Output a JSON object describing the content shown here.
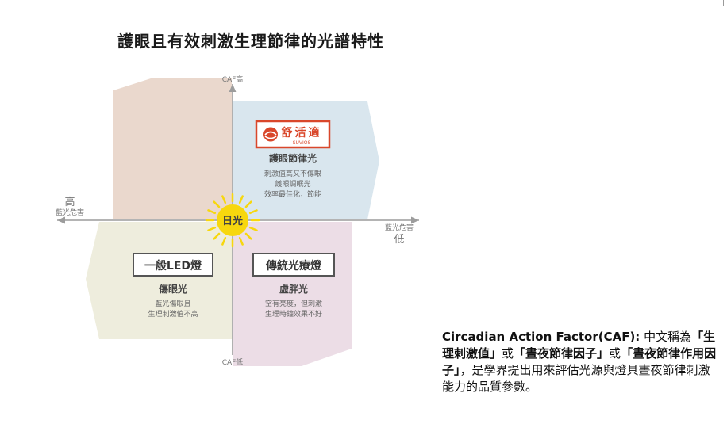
{
  "title": "護眼且有效刺激生理節律的光譜特性",
  "axes": {
    "y_top": "CAF高",
    "y_bottom": "CAF低",
    "x_left_big": "高",
    "x_left_small": "藍光危害",
    "x_right_small": "藍光危害",
    "x_right_big": "低"
  },
  "center_label": "日光",
  "quadrants": {
    "top_right": {
      "brand_name": "舒活適",
      "brand_sub": "— SUVIOS —",
      "heading": "護眼節律光",
      "lines": [
        "刺激值高又不傷眼",
        "護眼調眠光",
        "效率最佳化，節能"
      ]
    },
    "bottom_left": {
      "box_label": "一般LED燈",
      "heading": "傷眼光",
      "lines": [
        "藍光傷眼且",
        "生理刺激值不高"
      ]
    },
    "bottom_right": {
      "box_label": "傳統光療燈",
      "heading": "虛胖光",
      "lines": [
        "空有亮度，但刺激",
        "生理時鐘效果不好"
      ]
    }
  },
  "colors": {
    "top_left_fill": "#ead8cd",
    "top_right_fill": "#d9e6ee",
    "bottom_left_fill": "#eeeddd",
    "bottom_right_fill": "#ecdde6",
    "brand_red": "#d9472b",
    "sun": "#f7d70e"
  },
  "note": {
    "bold_lead": "Circadian Action Factor(CAF):",
    "text_1": " 中文稱為",
    "bold_1": "「生理刺激值」",
    "text_2": "或",
    "bold_2": "「晝夜節律因子」",
    "text_3": "或",
    "bold_3": "「晝夜節律作用因子」",
    "text_4": "，是學界提出用來評估光源與燈具晝夜節律刺激能力的品質參數。"
  }
}
